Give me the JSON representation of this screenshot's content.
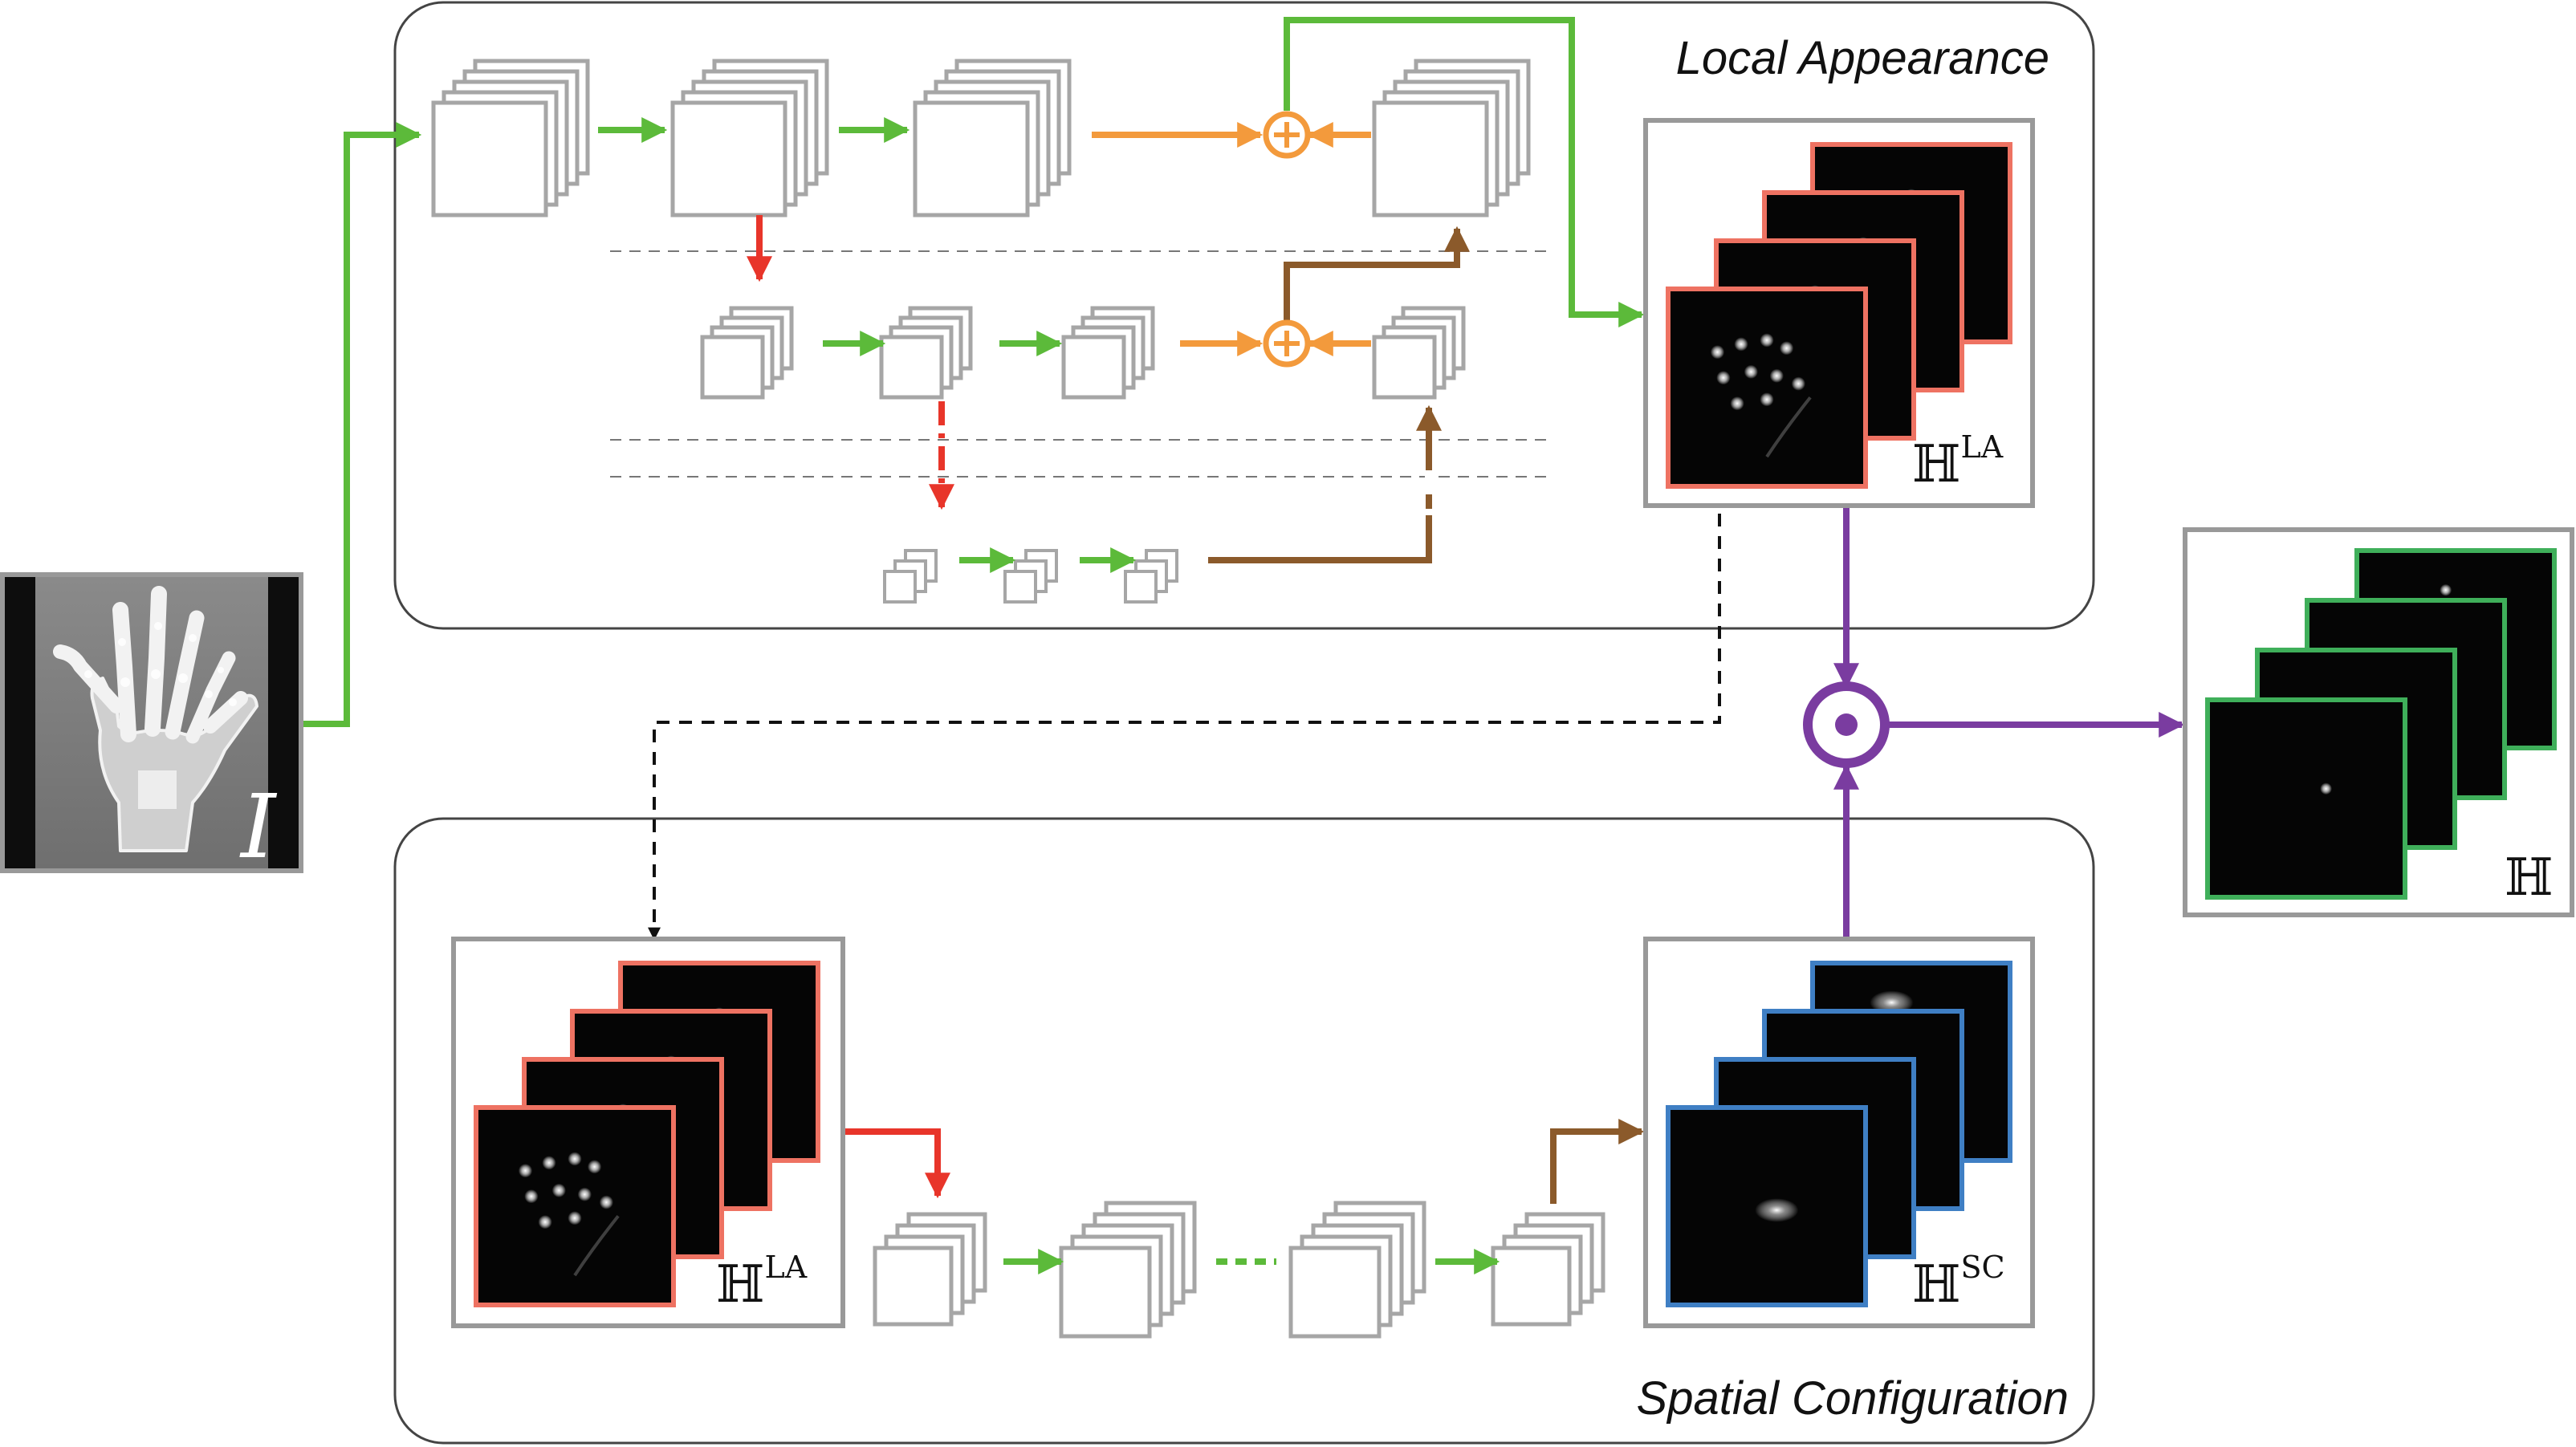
{
  "panels": {
    "local_appearance": {
      "title": "Local Appearance"
    },
    "spatial_configuration": {
      "title": "Spatial Configuration"
    }
  },
  "input": {
    "symbol": "I"
  },
  "heatmaps": {
    "local_appearance": {
      "symbol": "ℍ",
      "superscript": "LA"
    },
    "spatial_configuration": {
      "symbol": "ℍ",
      "superscript": "SC"
    },
    "output": {
      "symbol": "ℍ"
    }
  },
  "operators": {
    "addition": "⊕",
    "elementwise_product": "⊙"
  },
  "colors": {
    "panel_border": "#444444",
    "feature_map": "#a6a6a6",
    "frame": "#999999",
    "arrow_conv": "#5cba3a",
    "arrow_down": "#e8352a",
    "arrow_skip": "#f39a3c",
    "arrow_up": "#8b5a2b",
    "arrow_combine": "#7a3ca0",
    "arrow_dashed": "#111111",
    "heatmap_la": "#ee7262",
    "heatmap_sc": "#3f7fc4",
    "heatmap_out": "#3faf5a"
  }
}
